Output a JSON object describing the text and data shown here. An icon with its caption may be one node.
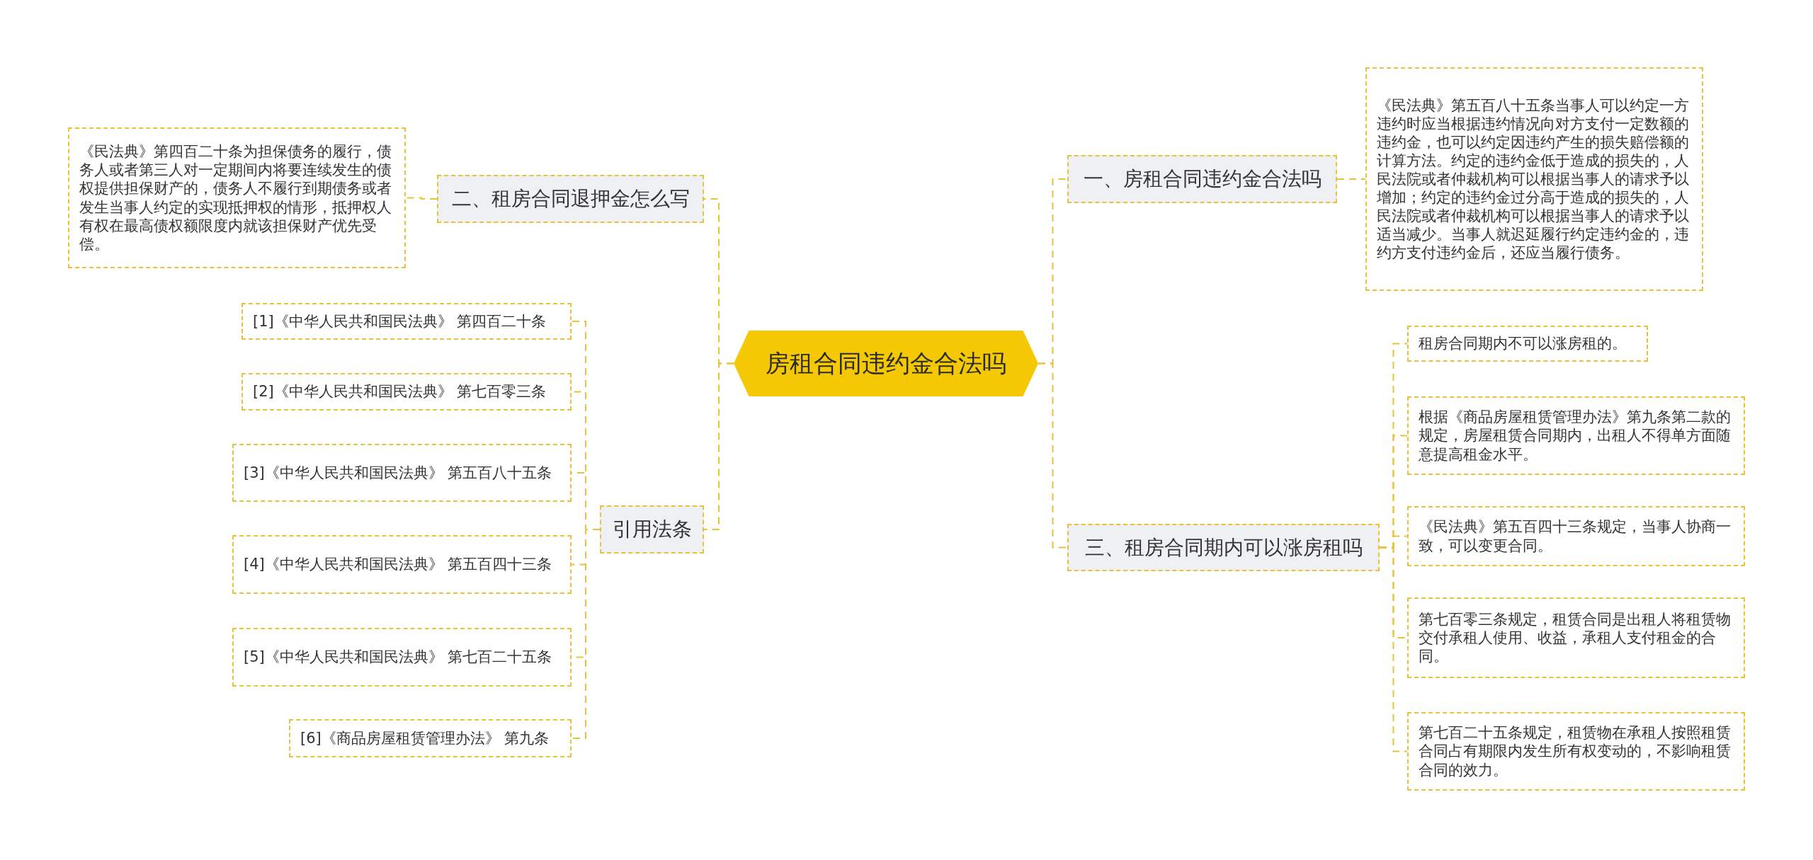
{
  "diagram": {
    "nodes": [
      {
        "text": [
          "房租合同违约金合法吗"
        ]
      },
      {
        "text": [
          "一、房租合同违约金合法吗"
        ]
      },
      {
        "text": [
          "《民法典》第五百八十五条当事人可以约定一方违约时应当根据违约情况向对方支付一定数额的违约金，也可以约定因违约产生的损失赔偿额的计算方法。约定的违约金低于造成的损失的，人民法院或者仲裁机构可以根据当事人的请求予以增加；约定的违约金过分高于造成的损失的，人民法院或者仲裁机构可以根据当事人的请求予以适当减少。当事人就迟延履行约定违约金的，违约方支付违约金后，还应当履行债务。"
        ]
      },
      {
        "text": [
          "三、租房合同期内可以涨房租吗"
        ]
      },
      {
        "text": [
          "租房合同期内不可以涨房租的。"
        ]
      },
      {
        "text": [
          "根据《商品房屋租赁管理办法》第九条第二款的规定，房屋租赁合同期内，出租人不得单方面随意提高租金水平。"
        ]
      },
      {
        "text": [
          "《民法典》第五百四十三条规定，当事人协商一致，可以变更合同。"
        ]
      },
      {
        "text": [
          "第七百零三条规定，租赁合同是出租人将租赁物交付承租人使用、收益，承租人支付租金的合同。"
        ]
      },
      {
        "text": [
          "第七百二十五条规定，租赁物在承租人按照租赁合同占有期限内发生所有权变动的，不影响租赁合同的效力。"
        ]
      },
      {
        "text": [
          "二、租房合同退押金怎么写"
        ]
      },
      {
        "text": [
          "《民法典》第四百二十条为担保债务的履行，债务人或者第三人对一定期间内将要连续发生的债权提供担保财产的，债务人不履行到期债务或者发生当事人约定的实现抵押权的情形，抵押权人有权在最高债权额限度内就该担保财产优先受偿。"
        ]
      },
      {
        "text": [
          "引用法条"
        ]
      },
      {
        "text": [
          "[1]《中华人民共和国民法典》 第四百二十条"
        ]
      },
      {
        "text": [
          "[2]《中华人民共和国民法典》 第七百零三条"
        ]
      },
      {
        "text": [
          "[3]《中华人民共和国民法典》 第五百八十五条"
        ]
      },
      {
        "text": [
          "[4]《中华人民共和国民法典》 第五百四十三条"
        ]
      },
      {
        "text": [
          "[5]《中华人民共和国民法典》 第七百二十五条"
        ]
      },
      {
        "text": [
          "[6]《商品房屋租赁管理办法》 第九条"
        ]
      }
    ],
    "edges": [
      {
        "from": 0,
        "to": 1,
        "arrow": "none",
        "style": "dashed"
      },
      {
        "from": 1,
        "to": 2,
        "arrow": "none",
        "style": "dashed"
      },
      {
        "from": 0,
        "to": 3,
        "arrow": "none",
        "style": "dashed"
      },
      {
        "from": 3,
        "to": 4,
        "arrow": "none",
        "style": "dashed"
      },
      {
        "from": 3,
        "to": 5,
        "arrow": "none",
        "style": "dashed"
      },
      {
        "from": 3,
        "to": 6,
        "arrow": "none",
        "style": "dashed"
      },
      {
        "from": 3,
        "to": 7,
        "arrow": "none",
        "style": "dashed"
      },
      {
        "from": 3,
        "to": 8,
        "arrow": "none",
        "style": "dashed"
      },
      {
        "from": 0,
        "to": 9,
        "arrow": "none",
        "style": "dashed"
      },
      {
        "from": 9,
        "to": 10,
        "arrow": "none",
        "style": "dashed"
      },
      {
        "from": 0,
        "to": 11,
        "arrow": "none",
        "style": "dashed"
      },
      {
        "from": 11,
        "to": 12,
        "arrow": "none",
        "style": "dashed"
      },
      {
        "from": 11,
        "to": 13,
        "arrow": "none",
        "style": "dashed"
      },
      {
        "from": 11,
        "to": 14,
        "arrow": "none",
        "style": "dashed"
      },
      {
        "from": 11,
        "to": 15,
        "arrow": "none",
        "style": "dashed"
      },
      {
        "from": 11,
        "to": 16,
        "arrow": "none",
        "style": "dashed"
      },
      {
        "from": 11,
        "to": 17,
        "arrow": "none",
        "style": "dashed"
      }
    ]
  }
}
